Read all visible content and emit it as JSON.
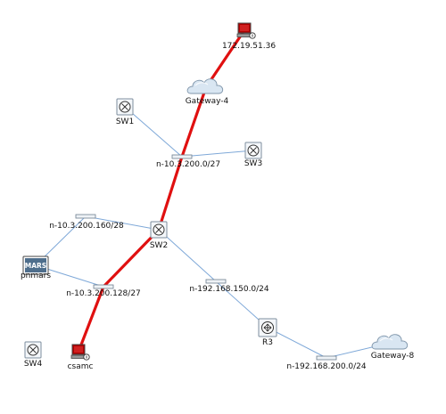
{
  "colors": {
    "link": "#7ea8d8",
    "path": "#e01010",
    "icon_border": "#7d8e9e",
    "icon_fill": "#f4f7fa",
    "computer": "#b00000",
    "cloud": "#d9e6f2",
    "mars": "#4e6e8c"
  },
  "nodes": [
    {
      "id": "host1",
      "type": "computer",
      "label": "172.19.51.36"
    },
    {
      "id": "gw4",
      "type": "cloud",
      "label": "Gateway-4"
    },
    {
      "id": "sw1",
      "type": "switch",
      "label": "SW1"
    },
    {
      "id": "net1",
      "type": "network",
      "label": "n-10.3.200.0/27"
    },
    {
      "id": "sw3",
      "type": "switch",
      "label": "SW3"
    },
    {
      "id": "net2",
      "type": "network",
      "label": "n-10.3.200.160/28"
    },
    {
      "id": "sw2",
      "type": "switch",
      "label": "SW2"
    },
    {
      "id": "pnmars",
      "type": "mars",
      "label": "pnmars",
      "badge": "MARS"
    },
    {
      "id": "net3",
      "type": "network",
      "label": "n-10.3.200.128/27"
    },
    {
      "id": "net4",
      "type": "network",
      "label": "n-192.168.150.0/24"
    },
    {
      "id": "r3",
      "type": "router",
      "label": "R3"
    },
    {
      "id": "sw4",
      "type": "switch",
      "label": "SW4"
    },
    {
      "id": "csamc",
      "type": "computer",
      "label": "csamc"
    },
    {
      "id": "net5",
      "type": "network",
      "label": "n-192.168.200.0/24"
    },
    {
      "id": "gw8",
      "type": "cloud",
      "label": "Gateway-8"
    }
  ],
  "links": [
    {
      "from": "host1",
      "to": "gw4",
      "highlight": true
    },
    {
      "from": "gw4",
      "to": "net1",
      "highlight": true
    },
    {
      "from": "net1",
      "to": "sw2",
      "highlight": true
    },
    {
      "from": "sw2",
      "to": "net3",
      "highlight": true
    },
    {
      "from": "net3",
      "to": "csamc",
      "highlight": true
    },
    {
      "from": "sw1",
      "to": "net1",
      "highlight": false
    },
    {
      "from": "net1",
      "to": "sw3",
      "highlight": false
    },
    {
      "from": "net2",
      "to": "sw2",
      "highlight": false
    },
    {
      "from": "net2",
      "to": "pnmars",
      "highlight": false
    },
    {
      "from": "pnmars",
      "to": "net3",
      "highlight": false
    },
    {
      "from": "sw2",
      "to": "net4",
      "highlight": false
    },
    {
      "from": "net4",
      "to": "r3",
      "highlight": false
    },
    {
      "from": "r3",
      "to": "net5",
      "highlight": false
    },
    {
      "from": "net5",
      "to": "gw8",
      "highlight": false
    }
  ]
}
